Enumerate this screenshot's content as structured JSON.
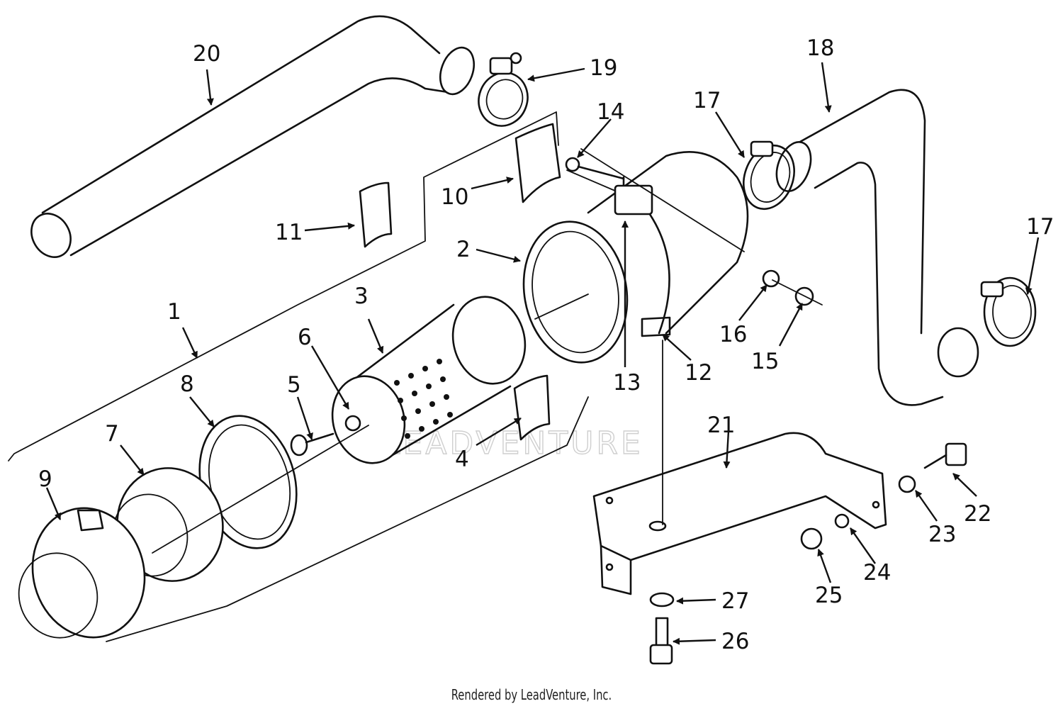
{
  "watermark": "LEADVENTURE",
  "footer": "Rendered by LeadVenture, Inc.",
  "callouts": {
    "c1": "1",
    "c2": "2",
    "c3": "3",
    "c4": "4",
    "c5": "5",
    "c6": "6",
    "c7": "7",
    "c8": "8",
    "c9": "9",
    "c10": "10",
    "c11": "11",
    "c12": "12",
    "c13": "13",
    "c14": "14",
    "c15": "15",
    "c16": "16",
    "c17a": "17",
    "c17b": "17",
    "c18": "18",
    "c19": "19",
    "c20": "20",
    "c21": "21",
    "c22": "22",
    "c23": "23",
    "c24": "24",
    "c25": "25",
    "c26": "26",
    "c27": "27"
  }
}
